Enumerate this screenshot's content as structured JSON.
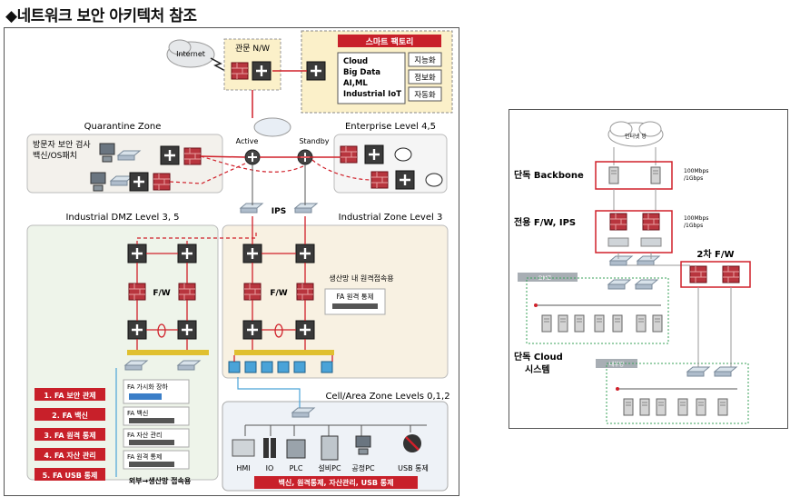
{
  "title": "◆네트워크 보안 아키텍처 참조",
  "left": {
    "internet": "Internet",
    "gateway": "관문 N/W",
    "smart_factory": {
      "title": "스마트 팩토리",
      "lines": [
        "Cloud",
        "Big Data",
        "AI,ML",
        "Industrial IoT"
      ],
      "tags": [
        "지능화",
        "정보화",
        "자동화"
      ]
    },
    "quarantine_zone": "Quarantine Zone",
    "visitor_lines": [
      "방문자 보안 검사",
      "백신/OS패치"
    ],
    "active": "Active",
    "standby": "Standby",
    "enterprise": "Enterprise Level 4,5",
    "ips": "IPS",
    "dmz": "Industrial DMZ Level 3, 5",
    "industrial_zone": "Industrial Zone Level 3",
    "fw": "F/W",
    "remote_access_title": "생산망 내 원격접속용",
    "fa_remote_control": "FA 원격 통제",
    "controls": [
      "1. FA 보안 관제",
      "2. FA 백신",
      "3. FA 원격 통제",
      "4. FA 자산 관리",
      "5. FA USB 통제"
    ],
    "servers": [
      "FA 가시화 장하",
      "FA 백신",
      "FA 자산 관리",
      "FA 원격 통제"
    ],
    "external_access": "외부→생산망 접속용",
    "cell_zone": "Cell/Area Zone Levels 0,1,2",
    "devices": [
      "HMI",
      "IO",
      "PLC",
      "설비PC",
      "공정PC",
      "USB 통제"
    ],
    "bottom_banner": "백신, 원격통제, 자산관리, USB 통제"
  },
  "right": {
    "internet": "인터넷 망",
    "backbone": "단독 Backbone",
    "backbone_speed": [
      "100Mbps",
      "/1Gbps"
    ],
    "fw_ips": "전용 F/W, IPS",
    "fw_ips_speed": [
      "100Mbps",
      "/1Gbps"
    ],
    "second_fw": "2차 F/W",
    "dmz": "DMZ",
    "cloud_lines": [
      "단독 Cloud",
      "시스템"
    ],
    "internal": "내부망"
  },
  "colors": {
    "accent_red": "#d0202a",
    "banner_red": "#c8202a",
    "zone_bg": "#f3f1ec",
    "dmz_bg": "#eef4ea",
    "ind_bg": "#f8f1e2"
  }
}
